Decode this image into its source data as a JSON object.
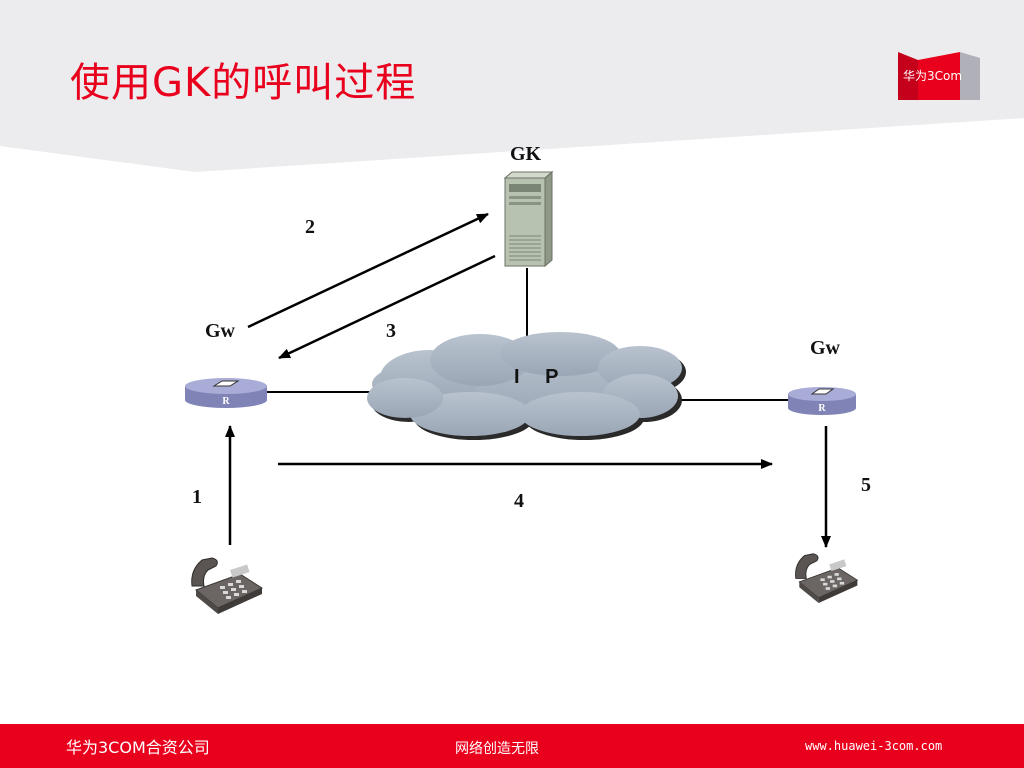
{
  "title": "使用GK的呼叫过程",
  "logo": {
    "text": "华为3Com"
  },
  "nodes": {
    "gatekeeper_label": "GK",
    "gateway_left_label": "Gw",
    "gateway_right_label": "Gw",
    "network_label": "I P",
    "router_badge": "R"
  },
  "steps": [
    "1",
    "2",
    "3",
    "4",
    "5"
  ],
  "footer": {
    "company": "华为3COM合资公司",
    "slogan": "网络创造无限",
    "url": "www.huawei-3com.com"
  },
  "colors": {
    "accent": "#e8001c",
    "header_band": "#ececee",
    "cloud": "#a9b5c3",
    "router": "#9b9fcd",
    "server": "#b8c2b0"
  }
}
